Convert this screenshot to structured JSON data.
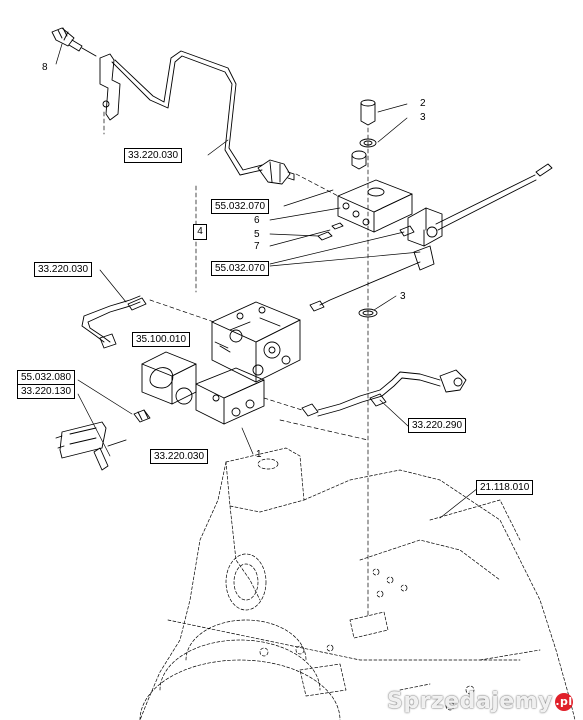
{
  "references": {
    "r33_220_030_top": "33.220.030",
    "r55_032_070_a": "55.032.070",
    "r55_032_070_b": "55.032.070",
    "r33_220_030_mid": "33.220.030",
    "r35_100_010": "35.100.010",
    "r55_032_080": "55.032.080",
    "r33_220_130": "33.220.130",
    "r33_220_030_low": "33.220.030",
    "r33_220_290": "33.220.290",
    "r21_118_010": "21.118.010"
  },
  "callouts": {
    "c8": "8",
    "c2": "2",
    "c3a": "3",
    "c6": "6",
    "c5": "5",
    "c7": "7",
    "c4": "4",
    "c3b": "3",
    "c1": "1"
  },
  "watermark": {
    "text": "Sprzedajemy",
    "suffix": ".pl"
  }
}
